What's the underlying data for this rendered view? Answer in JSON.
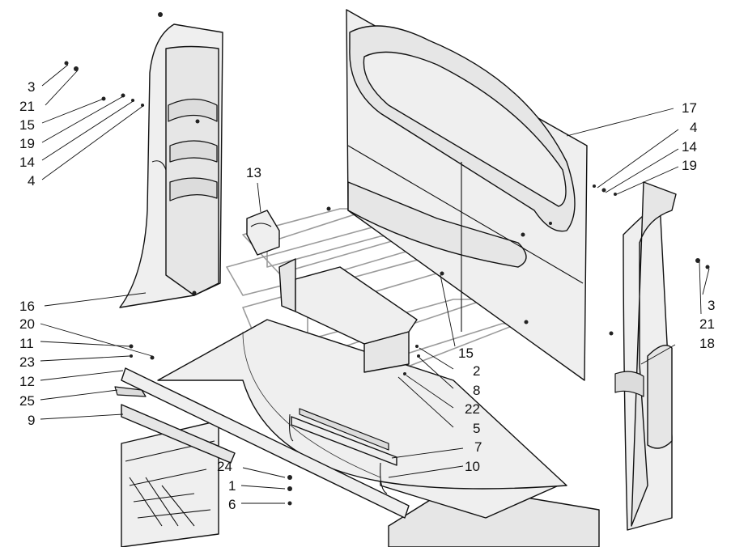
{
  "labels": {
    "c3_left": "3",
    "c21_left": "21",
    "c15_left": "15",
    "c19_left": "19",
    "c14_left": "14",
    "c4_left": "4",
    "c13": "13",
    "c16": "16",
    "c20": "20",
    "c11": "11",
    "c23": "23",
    "c12": "12",
    "c25": "25",
    "c9": "9",
    "c24": "24",
    "c1": "1",
    "c6": "6",
    "c17": "17",
    "c4_right": "4",
    "c14_right": "14",
    "c19_right": "19",
    "c3_right": "3",
    "c21_right": "21",
    "c18": "18",
    "c15_center": "15",
    "c2": "2",
    "c8": "8",
    "c22": "22",
    "c5": "5",
    "c7": "7",
    "c10": "10"
  }
}
